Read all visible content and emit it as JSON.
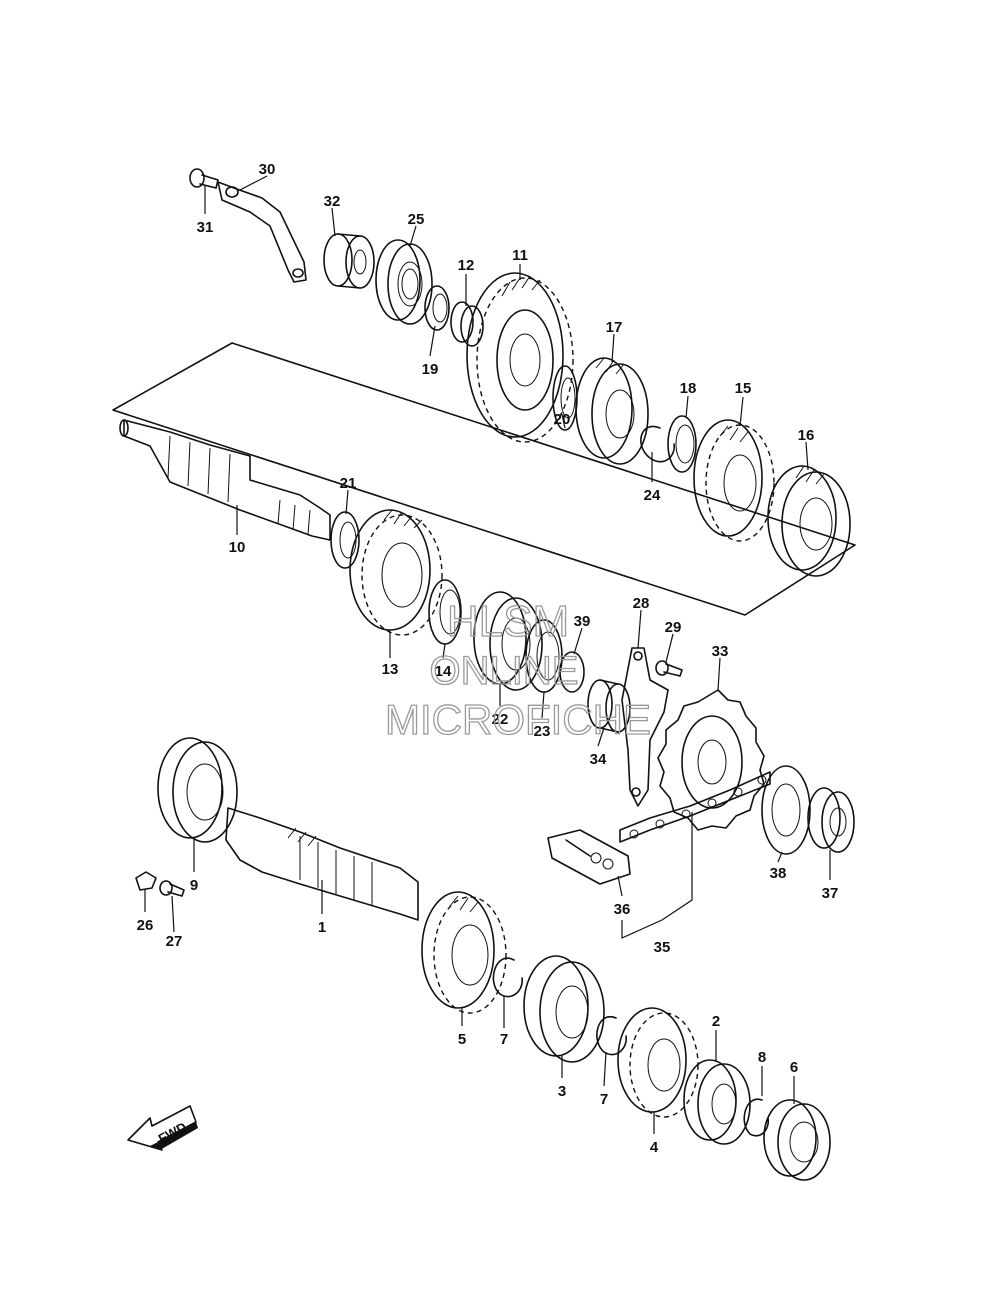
{
  "part_labels": [
    "1",
    "2",
    "3",
    "4",
    "5",
    "6",
    "7",
    "7",
    "8",
    "9",
    "10",
    "11",
    "12",
    "13",
    "14",
    "15",
    "16",
    "17",
    "18",
    "19",
    "20",
    "21",
    "22",
    "23",
    "24",
    "25",
    "26",
    "27",
    "28",
    "29",
    "30",
    "31",
    "32",
    "33",
    "34",
    "35",
    "36",
    "37",
    "38",
    "39"
  ],
  "watermark": {
    "line1": "HLSM",
    "line2": "ONLINE",
    "line3": "MICROFICHE"
  },
  "fwd_label": "FWD"
}
